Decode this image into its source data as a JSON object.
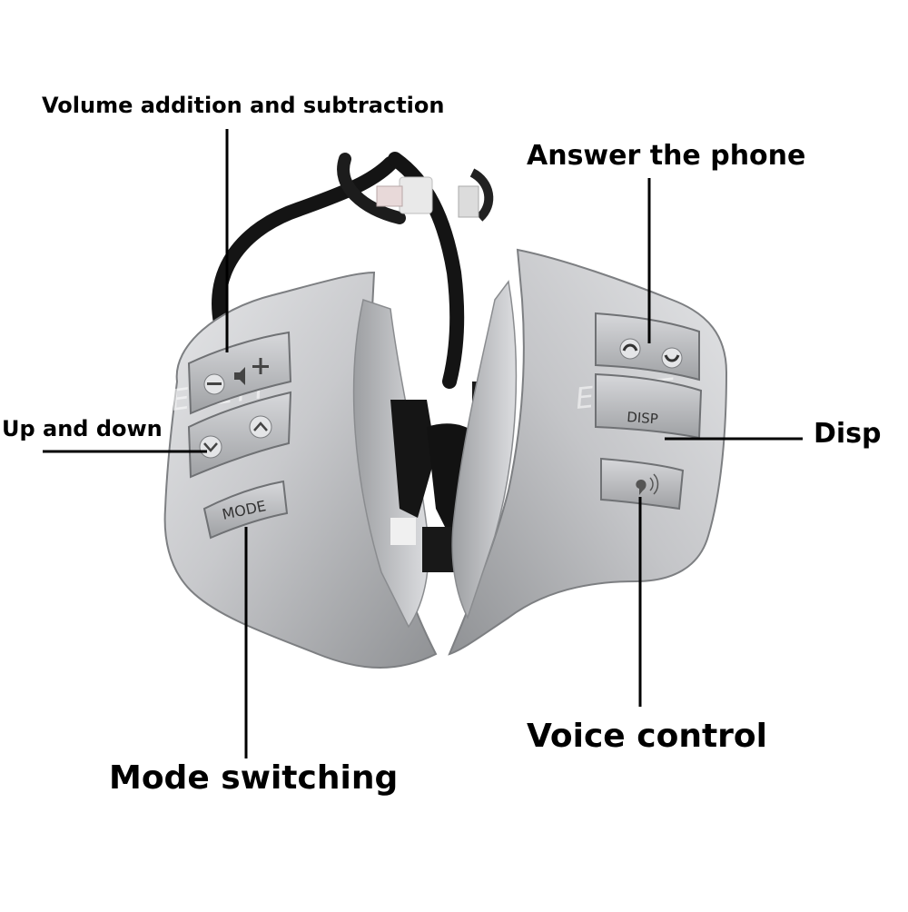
{
  "labels": {
    "volume": "Volume addition and subtraction",
    "answer_phone": "Answer the phone",
    "up_down": "Up and down",
    "disp": "Disp",
    "voice_control": "Voice control",
    "mode_switching": "Mode switching"
  },
  "buttons": {
    "mode": "MODE",
    "disp": "DISP"
  },
  "watermark": "EIFETT",
  "icons": {
    "volume_minus": "minus-icon",
    "volume_speaker": "speaker-icon",
    "volume_plus": "plus-icon",
    "down": "chevron-down-icon",
    "up": "chevron-up-icon",
    "phone_pickup": "phone-pickup-icon",
    "phone_hangup": "phone-hangup-icon",
    "voice": "voice-talk-icon"
  },
  "colors": {
    "background": "#ffffff",
    "text": "#000000",
    "silver": "#c9cacc",
    "silver_dark": "#8e9093",
    "button": "#b9bbbe",
    "cable": "#1a1a1a",
    "bracket": "#111111"
  }
}
